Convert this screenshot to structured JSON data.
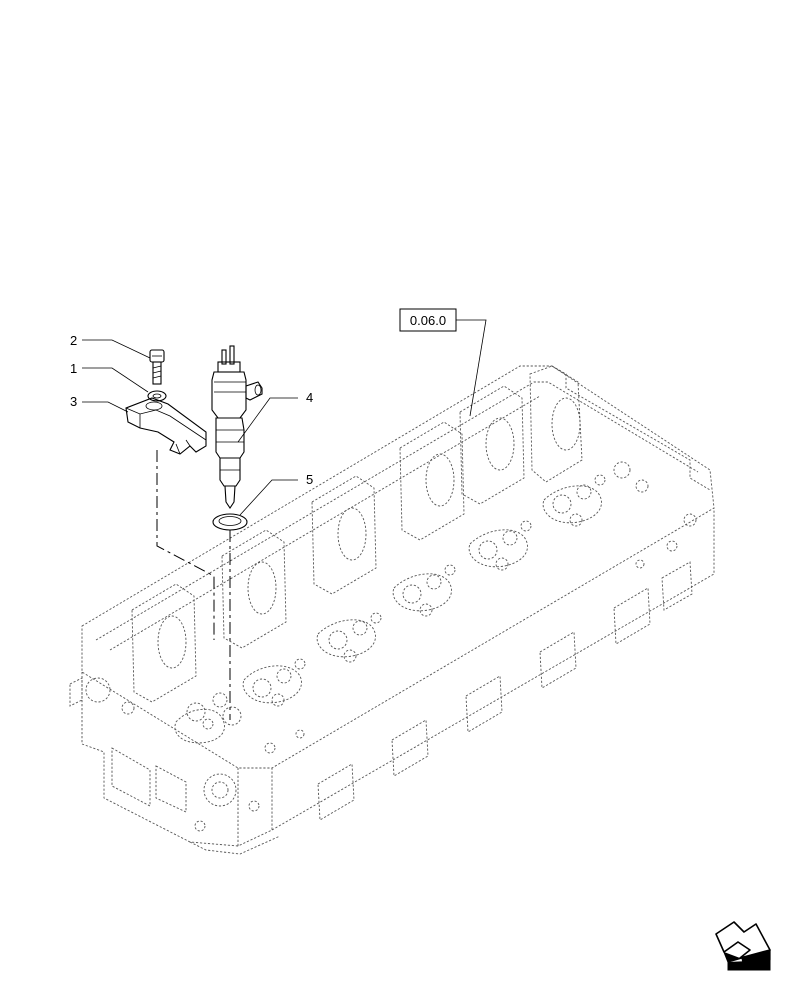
{
  "callouts": {
    "c1": "1",
    "c2": "2",
    "c3": "3",
    "c4": "4",
    "c5": "5"
  },
  "reference_box": "0.06.0",
  "icons": {
    "nav": "next-page-arrow-icon"
  }
}
